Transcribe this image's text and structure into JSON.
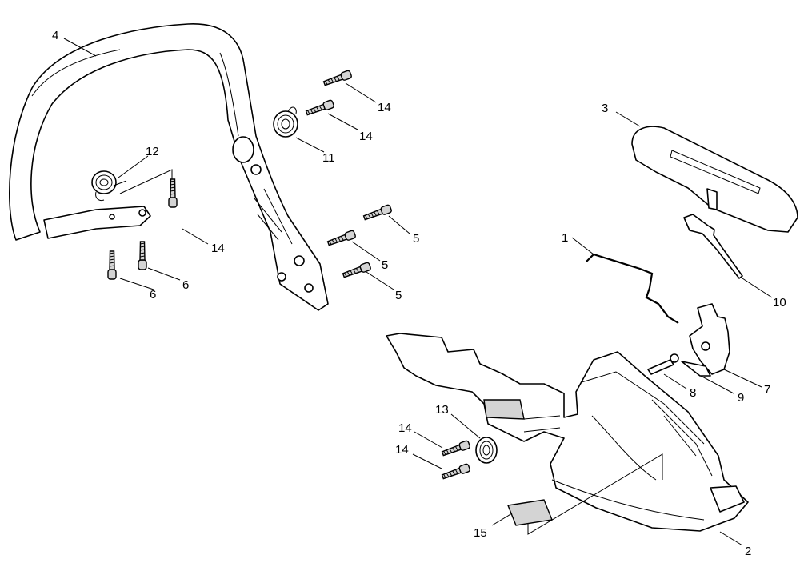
{
  "callouts": {
    "c1": "1",
    "c2": "2",
    "c3": "3",
    "c4": "4",
    "c5a": "5",
    "c5b": "5",
    "c5c": "5",
    "c6a": "6",
    "c6b": "6",
    "c7": "7",
    "c8": "8",
    "c9": "9",
    "c10": "10",
    "c11": "11",
    "c12": "12",
    "c13": "13",
    "c14a": "14",
    "c14b": "14",
    "c14c": "14",
    "c14d": "14",
    "c14e": "14",
    "c15": "15"
  }
}
